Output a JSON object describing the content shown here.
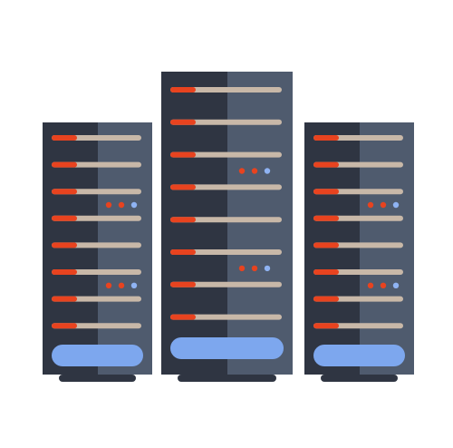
{
  "illustration": {
    "icon": "server-rack-icon",
    "racks": [
      {
        "slots": 8,
        "leds": [
          null,
          null,
          3,
          null,
          null,
          3,
          null,
          null
        ]
      },
      {
        "slots": 8,
        "leds": [
          null,
          null,
          3,
          null,
          null,
          3,
          null,
          null
        ]
      },
      {
        "slots": 8,
        "leds": [
          null,
          null,
          3,
          null,
          null,
          3,
          null,
          null
        ]
      }
    ],
    "colors": {
      "frame_dark": "#2f3542",
      "frame_light": "#4f5b6e",
      "slot_bar": "#c8b8a8",
      "slot_accent": "#e8431f",
      "led_red": "#e8431f",
      "led_blue": "#8fb3f3",
      "panel_blue": "#7da7ee",
      "base": "#2f3542"
    }
  }
}
